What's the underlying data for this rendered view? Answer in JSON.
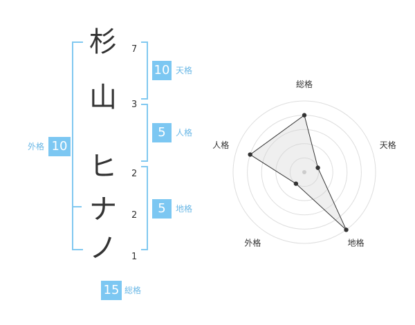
{
  "name_chars": [
    {
      "char": "杉",
      "strokes": "7"
    },
    {
      "char": "山",
      "strokes": "3"
    },
    {
      "char": "ヒ",
      "strokes": "2"
    },
    {
      "char": "ナ",
      "strokes": "2"
    },
    {
      "char": "ノ",
      "strokes": "1"
    }
  ],
  "fortunes": {
    "tenkaku": {
      "value": "10",
      "label": "天格"
    },
    "jinkaku": {
      "value": "5",
      "label": "人格"
    },
    "chikaku": {
      "value": "5",
      "label": "地格"
    },
    "gaikaku": {
      "value": "10",
      "label": "外格"
    },
    "soukaku": {
      "value": "15",
      "label": "総格"
    }
  },
  "colors": {
    "accent": "#7cc7f2",
    "bracket": "#80c8f0"
  },
  "chart_data": {
    "type": "radar",
    "axes": [
      "総格",
      "天格",
      "地格",
      "外格",
      "人格"
    ],
    "values": [
      4,
      1,
      5,
      1,
      4
    ],
    "range": [
      0,
      5
    ],
    "rings": 5
  }
}
